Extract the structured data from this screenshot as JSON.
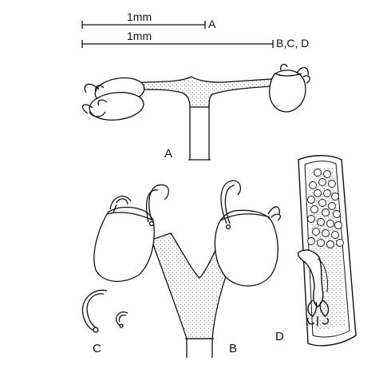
{
  "scale_bars": [
    {
      "length_label": "1mm",
      "applies_to": "A"
    },
    {
      "length_label": "1mm",
      "applies_to": "B,C, D"
    }
  ],
  "panels": [
    {
      "id": "A",
      "label": "A"
    },
    {
      "id": "B",
      "label": "B"
    },
    {
      "id": "C",
      "label": "C"
    },
    {
      "id": "D",
      "label": "D"
    }
  ],
  "colors": {
    "ink": "#111111",
    "background": "#ffffff"
  }
}
